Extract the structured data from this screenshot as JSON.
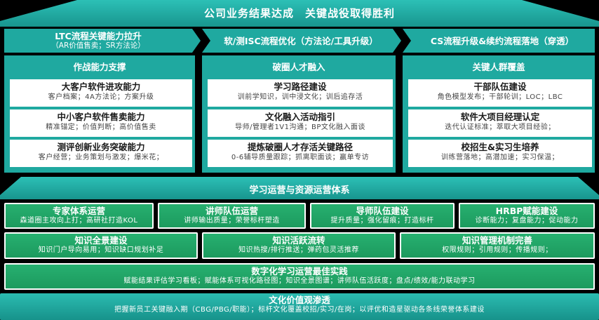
{
  "top_title": "公司业务结果达成　关键战役取得胜利",
  "pillars": [
    {
      "header": "LTC流程关键能力拉升",
      "header_sub": "（AR价值售卖；SR方法论）"
    },
    {
      "header": "软/测ISC流程优化（方法论/工具升级）",
      "header_sub": ""
    },
    {
      "header": "CS流程升级&续约流程落地（穿透）",
      "header_sub": ""
    }
  ],
  "columns": [
    {
      "title": "作战能力支撑",
      "cards": [
        {
          "title": "大客户软件进攻能力",
          "sub": "客户档案；4A方法论；方案升级"
        },
        {
          "title": "中小客户软件售卖能力",
          "sub": "精准锚定；价值判断；高价值售卖"
        },
        {
          "title": "测评创新业务突破能力",
          "sub": "客户经营；业务策划与激发；爆米花；"
        }
      ]
    },
    {
      "title": "破圈人才融入",
      "cards": [
        {
          "title": "学习路径建设",
          "sub": "训前学知识，训中浸文化；训后追存活"
        },
        {
          "title": "文化融入活动指引",
          "sub": "导师/管理者1V1沟通；BP文化融入面谈"
        },
        {
          "title": "提炼破圈人才存活关键路径",
          "sub": "0-6辅导质量跟踪；抓离职面谈；赢单专访"
        }
      ]
    },
    {
      "title": "关键人群覆盖",
      "cards": [
        {
          "title": "干部队伍建设",
          "sub": "角色模型发布；干部轮训；LOC；LBC"
        },
        {
          "title": "软件大项目经理认定",
          "sub": "迭代认证标准；萃取大项目经验；"
        },
        {
          "title": "校招生&实习生培养",
          "sub": "训练营落地；高潜加速；实习保温；"
        }
      ]
    }
  ],
  "ops_title": "学习运营与资源运营体系",
  "row1": [
    {
      "title": "专家体系运营",
      "sub": "森道圈主攻向上打；高研社打造KOL"
    },
    {
      "title": "讲师队伍运营",
      "sub": "讲师输出质量；荣誉标杆塑造"
    },
    {
      "title": "导师队伍建设",
      "sub": "提升质量；强化留痕；打造标杆"
    },
    {
      "title": "HRBP赋能建设",
      "sub": "诊断能力；复盘能力；促动能力"
    }
  ],
  "row2": [
    {
      "title": "知识全景建设",
      "sub": "知识门户导向易用；知识缺口规划补足"
    },
    {
      "title": "知识活跃流转",
      "sub": "知识热搜/排行推送；弹药包灵活推荐"
    },
    {
      "title": "知识管理机制完善",
      "sub": "权限规则；引用规则；传播规则；"
    }
  ],
  "row3": {
    "title": "数字化学习运营最佳实践",
    "sub": "赋能结果评估学习看板；赋能体系可视化路径图；知识全景图谱；讲师队伍活跃度；盘点/绩效/能力联动学习"
  },
  "row4": {
    "title": "文化价值观渗透",
    "sub": "把握新员工关键融入期（CBG/PBG/职能）；标杆文化覆盖校招/实习/在岗；以评优和造星驱动各条线荣誉体系建设"
  }
}
